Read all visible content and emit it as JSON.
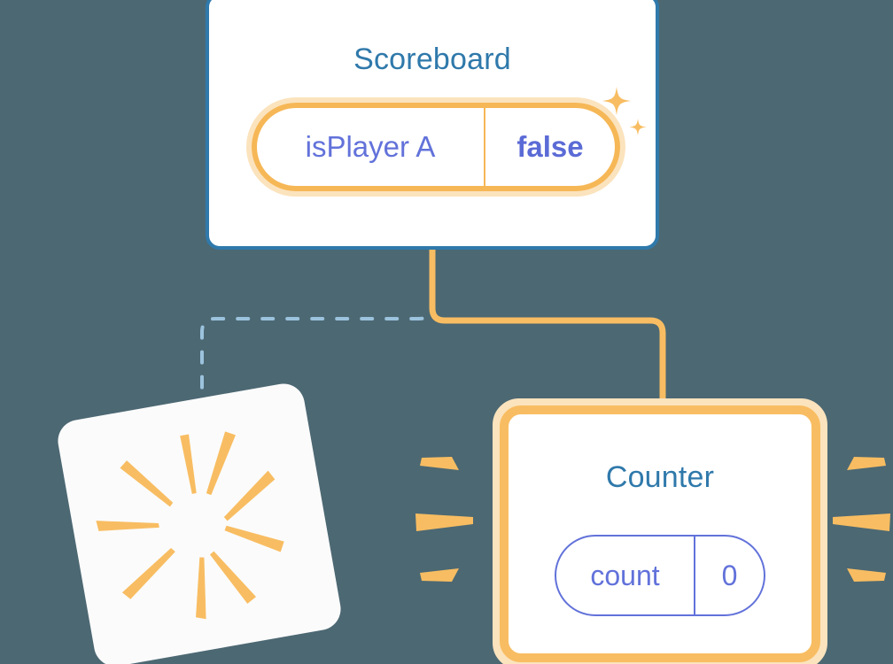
{
  "theme": {
    "background": "#4c6873",
    "card_surface": "#ffffff",
    "title_blue": "#2f79ab",
    "scoreboard_border": "#2f79ab",
    "accent_orange": "#f8bd62",
    "accent_orange_pale": "#fbe3bd",
    "pill_text_purple": "#6272da",
    "pill_value_purple": "#5b6bd6",
    "dashed_line_blue": "#9cc3dd",
    "solid_line_orange": "#f8bd62"
  },
  "scoreboard": {
    "title": "Scoreboard",
    "pill": {
      "key": "isPlayer A",
      "value": "false",
      "highlighted": true
    },
    "sparkles": {
      "large_icon": "sparkle-star-icon",
      "small_icon": "sparkle-star-icon"
    }
  },
  "counter": {
    "title": "Counter",
    "pill": {
      "key": "count",
      "value": "0",
      "highlighted": false
    },
    "highlighted": true
  },
  "burst_card": {
    "label": "",
    "ray_count": 9,
    "rotation_degrees": -10,
    "icon": "burst-rays-icon"
  },
  "connectors": [
    {
      "name": "scoreboard-to-counter",
      "style": "solid",
      "color": "#f8bd62",
      "width": 7
    },
    {
      "name": "scoreboard-to-burst-card",
      "style": "dashed",
      "color": "#9cc3dd",
      "width": 4
    }
  ]
}
